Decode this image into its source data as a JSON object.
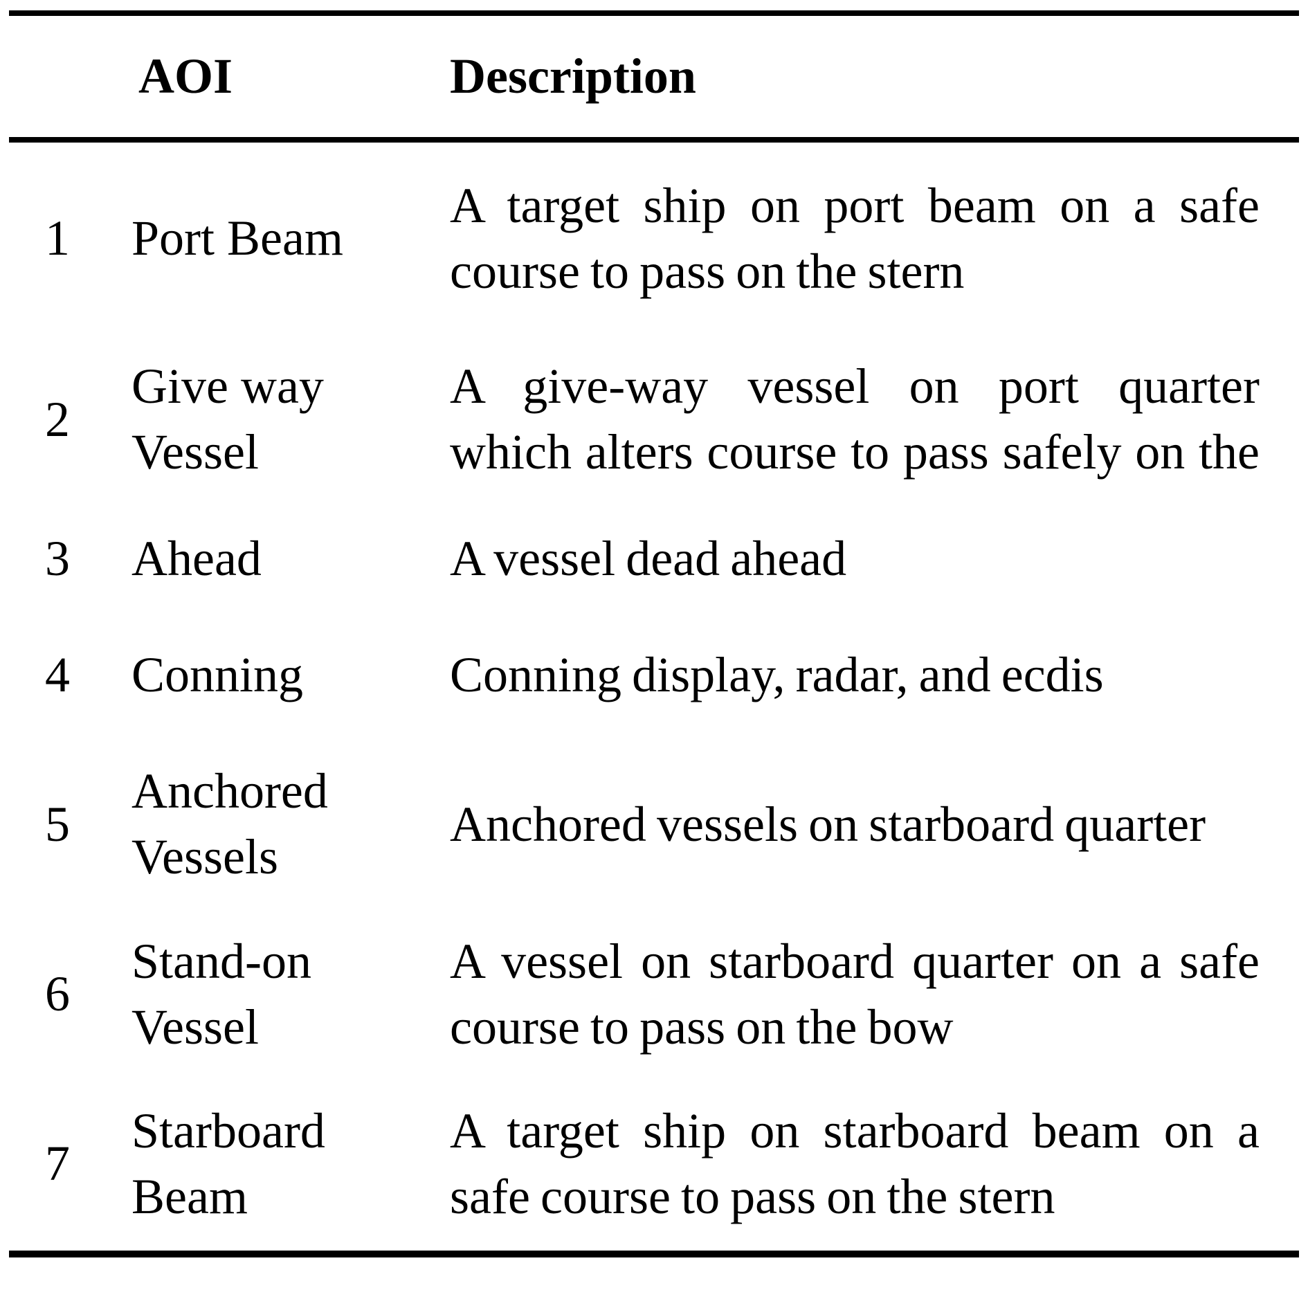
{
  "table": {
    "headers": {
      "num": "",
      "aoi": "AOI",
      "description": "Description"
    },
    "rows": [
      {
        "num": "1",
        "aoi_lines": [
          "Port Beam"
        ],
        "desc_lines": [
          "A target ship on port beam on a safe",
          "course to pass on the stern"
        ]
      },
      {
        "num": "2",
        "aoi_lines": [
          "Give way",
          "Vessel"
        ],
        "desc_lines": [
          "A give-way vessel on port quarter",
          "which alters course to pass safely on the"
        ]
      },
      {
        "num": "3",
        "aoi_lines": [
          "Ahead"
        ],
        "desc_lines": [
          "A vessel dead ahead"
        ]
      },
      {
        "num": "4",
        "aoi_lines": [
          "Conning"
        ],
        "desc_lines": [
          "Conning display, radar, and ecdis"
        ]
      },
      {
        "num": "5",
        "aoi_lines": [
          "Anchored",
          "Vessels"
        ],
        "desc_lines": [
          "Anchored vessels on starboard quarter"
        ]
      },
      {
        "num": "6",
        "aoi_lines": [
          "Stand-on",
          "Vessel"
        ],
        "desc_lines": [
          "A vessel on starboard quarter on a safe",
          "course to pass on the bow"
        ]
      },
      {
        "num": "7",
        "aoi_lines": [
          "Starboard",
          "Beam"
        ],
        "desc_lines": [
          "A target ship on starboard beam on a",
          "safe course to pass on the stern"
        ]
      }
    ]
  }
}
